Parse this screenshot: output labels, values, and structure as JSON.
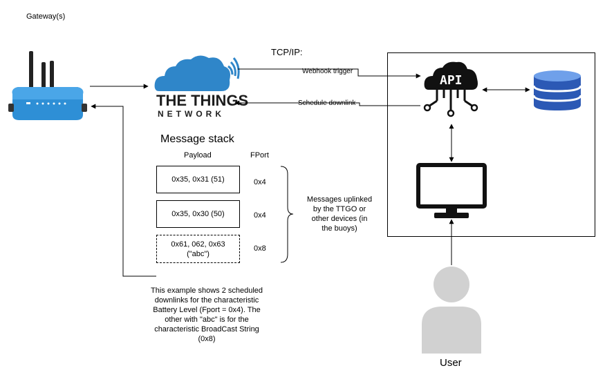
{
  "gateway": {
    "label": "Gateway(s)"
  },
  "ttn_logo": {
    "line1": "THE THINGS",
    "line2": "NETWORK"
  },
  "protocol": {
    "label": "TCP/IP:"
  },
  "links": {
    "webhook": "Webhook trigger",
    "downlink": "Schedule downlink"
  },
  "api": {
    "label": "API"
  },
  "stack": {
    "title": "Message stack",
    "col_payload": "Payload",
    "col_fport": "FPort",
    "rows": [
      {
        "payload": "0x35, 0x31 (51)",
        "fport": "0x4",
        "style": "solid"
      },
      {
        "payload": "0x35, 0x30 (50)",
        "fport": "0x4",
        "style": "solid"
      },
      {
        "payload_line1": "0x61, 062, 0x63",
        "payload_line2": "(\"abc\")",
        "fport": "0x8",
        "style": "dashed"
      }
    ],
    "brace_note_lines": [
      "Messages uplinked",
      "by the TTGO or",
      "other devices (in",
      "the buoys)"
    ]
  },
  "example_note_lines": [
    "This example shows 2 scheduled",
    "downlinks for the characteristic",
    "Battery Level (Fport = 0x4). The",
    "other with \"abc\" is for the",
    "characteristic BroadCast String",
    "(0x8)"
  ],
  "user": {
    "label": "User"
  },
  "colors": {
    "blue": "#2f86c9",
    "db_blue": "#2c59b5",
    "gray": "#d1d1d1"
  }
}
